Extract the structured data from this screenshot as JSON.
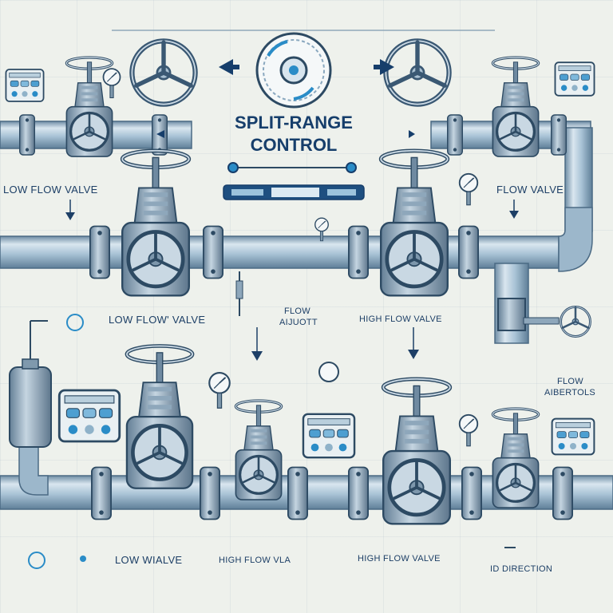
{
  "title": {
    "line1": "SPLIT-RANGE",
    "line2": "CONTROL"
  },
  "labels": {
    "low_flow_valve_top": "LOW FLOW VALVE",
    "flow_valve_right": "FLOW VALVE",
    "low_flow_valve_mid": "LOW FLOW' VALVE",
    "flow_adjust_word1": "FLOW",
    "flow_adjust_word2": "AIJUOTT",
    "high_flow_valve_mid": "HIGH FLOW VALVE",
    "flow_aibertols_word1": "FLOW",
    "flow_aibertols_word2": "AIBERTOLS",
    "low_valve_bottom": "LOW WIALVE",
    "high_flow_bottom_left": "HIGH FLOW VLA",
    "high_flow_valve_bottom": "HIGH FLOW VALVE",
    "direction": "ID DIRECTION"
  },
  "colors": {
    "pipe": "#a9c3d6",
    "pipe_dark": "#5f7f98",
    "ink": "#1d3f66",
    "accent": "#2a8cc7",
    "paper": "#eef1ec"
  },
  "icons": [
    "handwheel-icon",
    "gate-valve-icon",
    "pressure-gauge-icon",
    "control-panel-icon",
    "arrow-left-icon",
    "arrow-right-icon",
    "arrow-down-icon",
    "range-dial-icon"
  ]
}
